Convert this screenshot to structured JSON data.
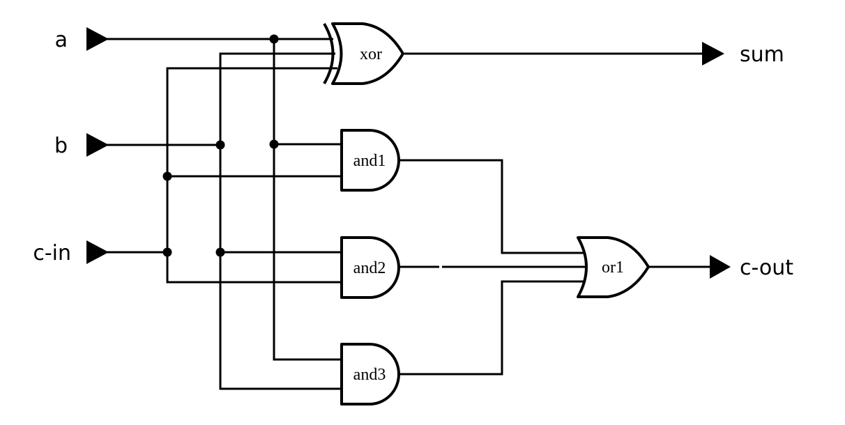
{
  "inputs": {
    "a": "a",
    "b": "b",
    "c_in": "c-in"
  },
  "outputs": {
    "sum": "sum",
    "c_out": "c-out"
  },
  "gates": {
    "xor": "xor",
    "and1": "and1",
    "and2": "and2",
    "and3": "and3",
    "or1": "or1"
  }
}
